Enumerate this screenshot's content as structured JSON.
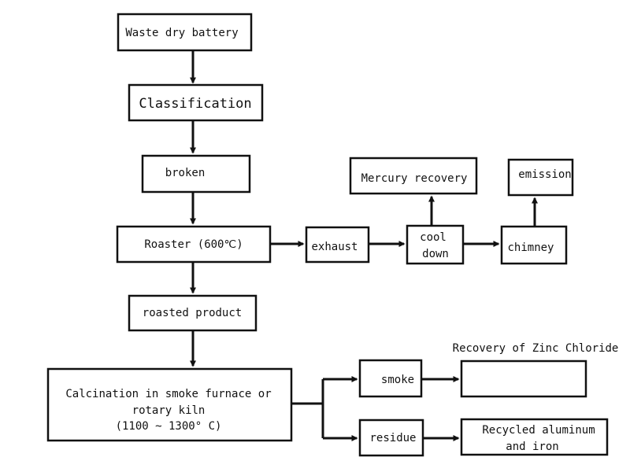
{
  "diagram": {
    "nodes": {
      "waste_dry_battery": "Waste dry battery",
      "classification": "Classification",
      "broken": "broken",
      "roaster": "Roaster (600℃)",
      "roasted_product": "roasted product",
      "calcination_line1": "Calcination in smoke furnace or",
      "calcination_line2": "rotary kiln",
      "calcination_line3": "(1100 ~ 1300° C)",
      "exhaust": "exhaust",
      "cool_down_line1": "cool",
      "cool_down_line2": "down",
      "mercury_recovery": "Mercury recovery",
      "chimney": "chimney",
      "emission": "emission",
      "smoke": "smoke",
      "residue": "residue",
      "recovery_zinc_chloride": "Recovery of Zinc Chloride",
      "recycled_line1": "Recycled aluminum",
      "recycled_line2": "and iron"
    }
  }
}
